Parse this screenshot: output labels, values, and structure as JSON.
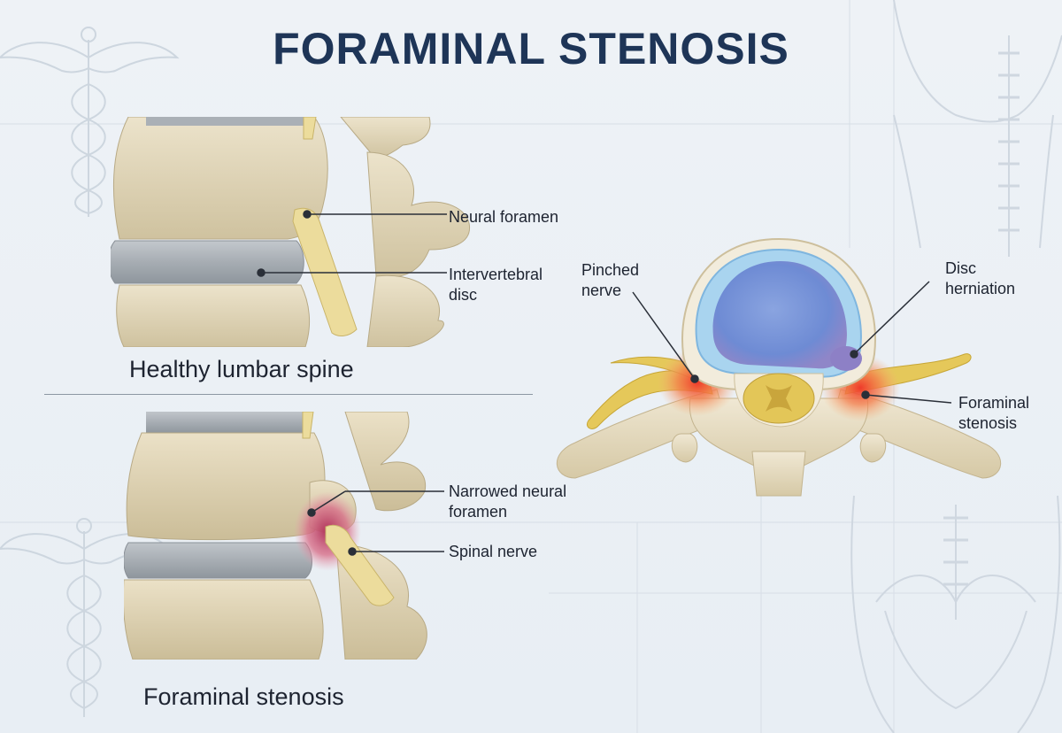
{
  "title": "FORAMINAL STENOSIS",
  "healthy_panel": {
    "caption": "Healthy lumbar spine",
    "labels": {
      "neural_foramen": "Neural foramen",
      "intervertebral_disc_line1": "Intervertebral",
      "intervertebral_disc_line2": "disc"
    }
  },
  "stenosis_panel": {
    "caption": "Foraminal stenosis",
    "labels": {
      "narrowed_foramen_line1": "Narrowed neural",
      "narrowed_foramen_line2": "foramen",
      "spinal_nerve": "Spinal nerve"
    }
  },
  "axial_view": {
    "labels": {
      "pinched_nerve_line1": "Pinched",
      "pinched_nerve_line2": "nerve",
      "disc_herniation_line1": "Disc",
      "disc_herniation_line2": "herniation",
      "foraminal_stenosis_line1": "Foraminal",
      "foraminal_stenosis_line2": "stenosis"
    }
  },
  "colors": {
    "title": "#1e3557",
    "bone": "#e6dcc2",
    "disc": "#a9b0b7",
    "nerve": "#ecdc9c",
    "nucleus": "#6f8ed8",
    "inflammation": "#ef5a3a",
    "leader": "#2a2f38"
  },
  "icons": [
    "caduceus-icon",
    "torso-sketch",
    "pelvis-sketch"
  ]
}
